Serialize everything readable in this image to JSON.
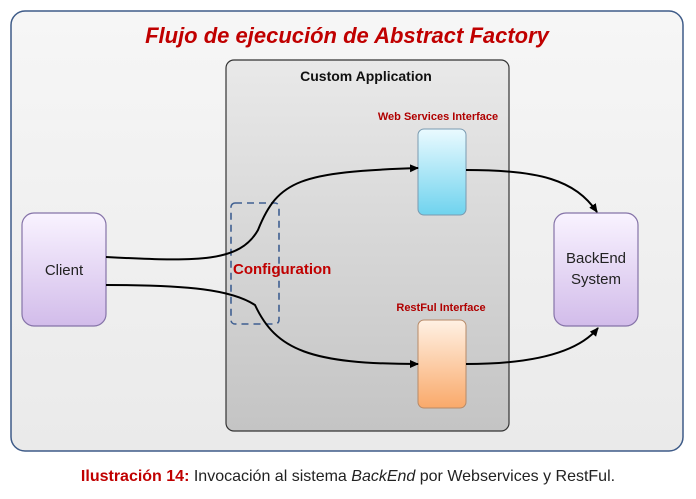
{
  "diagram": {
    "title": "Flujo de ejecución de Abstract Factory",
    "app_label": "Custom Application",
    "ws_label": "Web Services Interface",
    "rest_label": "RestFul Interface",
    "client_label": "Client",
    "backend_line1": "BackEnd",
    "backend_line2": "System",
    "config_label": "Configuration"
  },
  "caption": {
    "label": "Ilustración 14:",
    "text1": " Invocación al sistema ",
    "italic": "BackEnd",
    "text2": " por Webservices y RestFul."
  },
  "colors": {
    "title_red": "#c00000",
    "ws_blue": "#6fd3ee",
    "rest_orange": "#f9a96a",
    "node_purple": "#d9c6ee",
    "config_dash": "#3f5f91"
  }
}
